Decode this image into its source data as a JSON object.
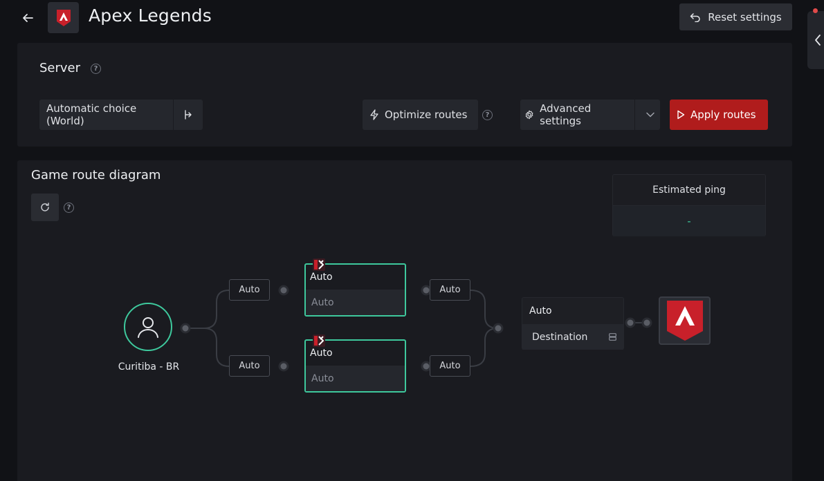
{
  "header": {
    "title": "Apex Legends",
    "reset_label": "Reset settings"
  },
  "server": {
    "title": "Server",
    "selection": "Automatic choice (World)",
    "optimize_label": "Optimize routes",
    "advanced_label": "Advanced settings",
    "apply_label": "Apply routes"
  },
  "diagram": {
    "title": "Game route diagram",
    "ping_label": "Estimated ping",
    "ping_value": "-",
    "user_location": "Curitiba - BR",
    "entry_pills": [
      "Auto",
      "Auto"
    ],
    "relays": [
      {
        "name": "Auto",
        "sub": "Auto"
      },
      {
        "name": "Auto",
        "sub": "Auto"
      }
    ],
    "exit_pills": [
      "Auto",
      "Auto"
    ],
    "destination": {
      "name": "Auto",
      "sub": "Destination"
    }
  },
  "colors": {
    "accent": "#3ec99d",
    "apply": "#b01c1c",
    "brand": "#c8202a"
  }
}
